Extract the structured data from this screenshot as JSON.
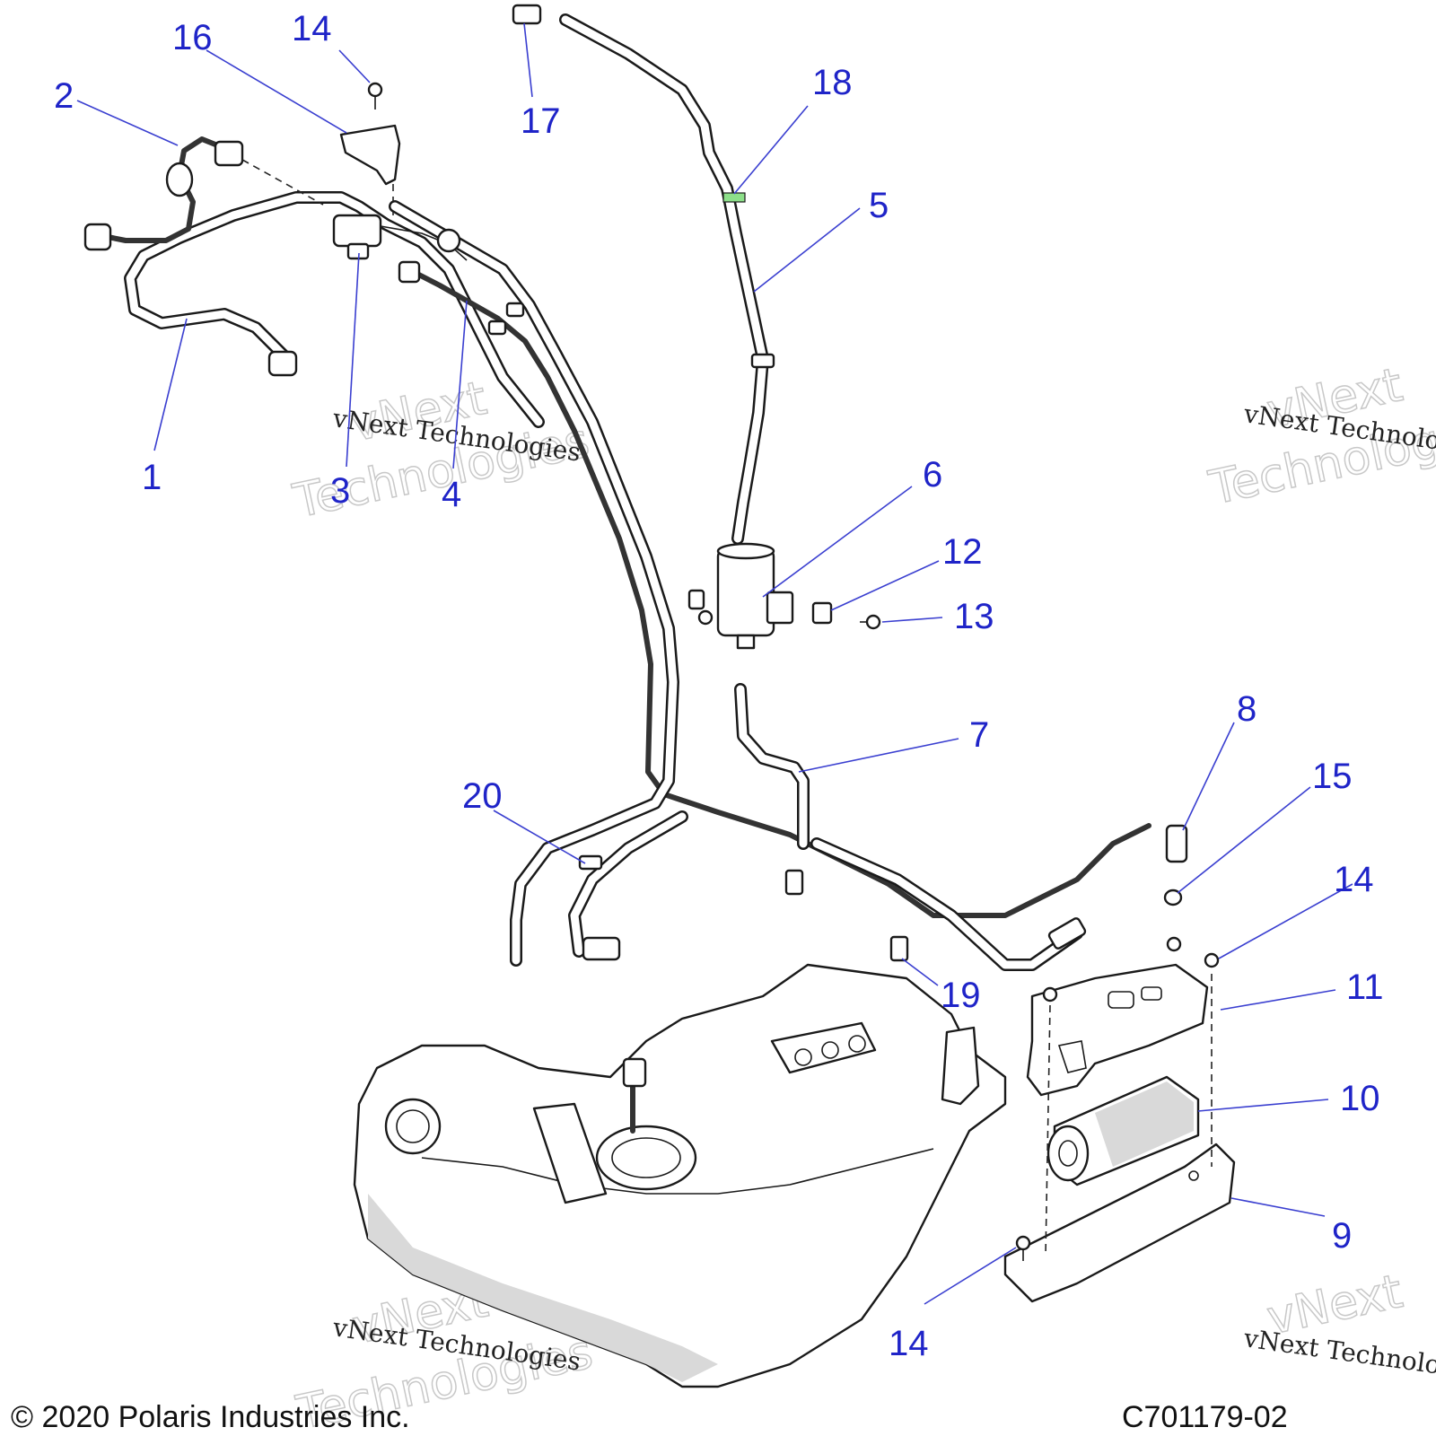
{
  "callouts": [
    {
      "id": "1",
      "label": "1"
    },
    {
      "id": "2",
      "label": "2"
    },
    {
      "id": "3",
      "label": "3"
    },
    {
      "id": "4",
      "label": "4"
    },
    {
      "id": "5",
      "label": "5"
    },
    {
      "id": "6",
      "label": "6"
    },
    {
      "id": "7",
      "label": "7"
    },
    {
      "id": "8",
      "label": "8"
    },
    {
      "id": "9",
      "label": "9"
    },
    {
      "id": "10",
      "label": "10"
    },
    {
      "id": "11",
      "label": "11"
    },
    {
      "id": "12",
      "label": "12"
    },
    {
      "id": "13",
      "label": "13"
    },
    {
      "id": "14a",
      "label": "14"
    },
    {
      "id": "14b",
      "label": "14"
    },
    {
      "id": "14c",
      "label": "14"
    },
    {
      "id": "15",
      "label": "15"
    },
    {
      "id": "16",
      "label": "16"
    },
    {
      "id": "17",
      "label": "17"
    },
    {
      "id": "18",
      "label": "18"
    },
    {
      "id": "19",
      "label": "19"
    },
    {
      "id": "20",
      "label": "20"
    }
  ],
  "watermark": {
    "line1": "vNext",
    "line2": "Technologies",
    "caption": "vNext Technologies"
  },
  "footer": {
    "copyright": "© 2020 Polaris Industries Inc.",
    "code": "C701179-02"
  },
  "colors": {
    "callout": "#1f24c8",
    "leader": "#3a3fd0",
    "highlight": "#8de08a"
  }
}
